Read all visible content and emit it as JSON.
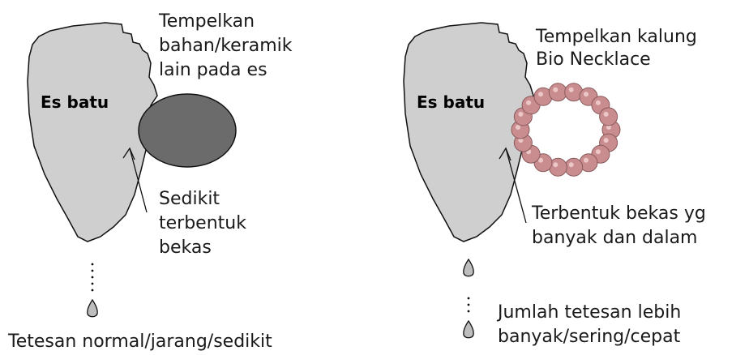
{
  "left_panel": {
    "ice_label": "Es batu",
    "instruction_lines": [
      "Tempelkan",
      "bahan/keramik",
      "lain pada es"
    ],
    "effect_lines": [
      "Sedikit",
      "terbentuk",
      "bekas"
    ],
    "result_line": "Tetesan normal/jarang/sedikit"
  },
  "right_panel": {
    "ice_label": "Es batu",
    "instruction_lines": [
      "Tempelkan kalung",
      "Bio Necklace"
    ],
    "effect_lines": [
      "Terbentuk bekas yg",
      "banyak dan dalam"
    ],
    "result_lines": [
      "Jumlah tetesan lebih",
      "banyak/sering/cepat"
    ]
  },
  "colors": {
    "ice": "#cfcfcf",
    "ceramic": "#6b6b6b",
    "bead": "#c98c8f",
    "water_drop": "#bdbdbd"
  }
}
